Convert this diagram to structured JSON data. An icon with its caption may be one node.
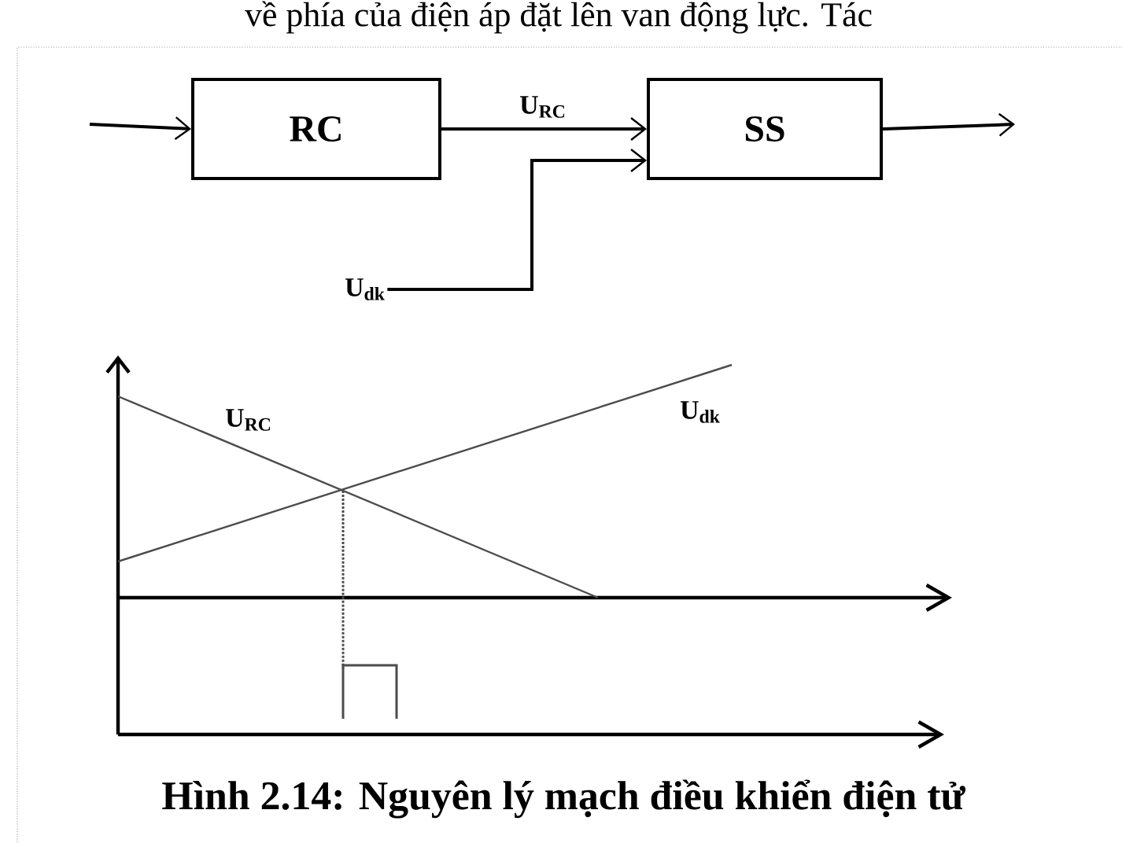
{
  "diagram": {
    "caption": "Hình 2.14: Nguyên lý mạch điều khiển điện tử",
    "nodes": [
      {
        "text": [
          "RC"
        ]
      },
      {
        "text": [
          "SS"
        ]
      },
      {
        "text": [
          "U$_{dk}$"
        ]
      }
    ],
    "edges": [
      {
        "from": null,
        "to": 0,
        "arrow": "to"
      },
      {
        "from": 0,
        "to": 1,
        "arrow": "to",
        "label": "U$_{RC}$"
      },
      {
        "from": 2,
        "to": 1,
        "arrow": "to"
      },
      {
        "from": 1,
        "to": null,
        "arrow": "to"
      }
    ],
    "labels": [
      "về phía của điện áp đặt lên van động lực. Tác",
      "U$_{RC}$",
      "U$_{dk}$"
    ]
  }
}
